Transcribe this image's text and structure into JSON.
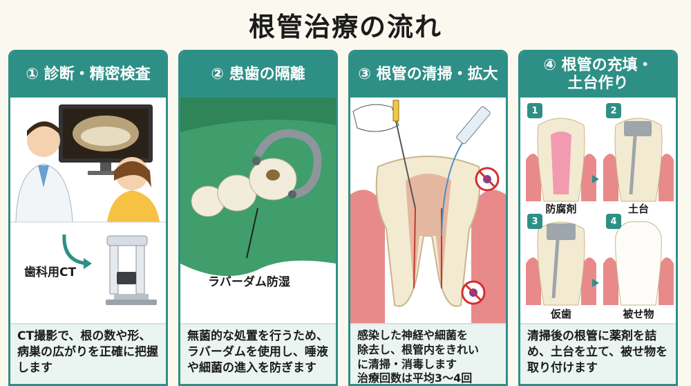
{
  "title": "根管治療の流れ",
  "panels": [
    {
      "heading": "① 診断・精密検査",
      "label": "歯科用CT",
      "description": "CT撮影で、根の数や形、病巣の広がりを正確に把握します"
    },
    {
      "heading": "② 患歯の隔離",
      "label": "ラバーダム防湿",
      "description": "無菌的な処置を行うため、ラバーダムを使用し、唾液や細菌の進入を防ぎます"
    },
    {
      "heading": "③ 根管の清掃・拡大",
      "description_lines": [
        "感染した神経や細菌を",
        "除去し、根管内をきれい",
        "に清掃・消毒します",
        "治療回数は平均3〜4回"
      ]
    },
    {
      "heading_lines": [
        "④ 根管の充填・",
        "土台作り"
      ],
      "steps": [
        {
          "num": "1",
          "label": "防腐剤"
        },
        {
          "num": "2",
          "label": "土台"
        },
        {
          "num": "3",
          "label": "仮歯"
        },
        {
          "num": "4",
          "label": "被せ物"
        }
      ],
      "description": "清掃後の根管に薬剤を詰め、土台を立て、被せ物を取り付けます"
    }
  ],
  "colors": {
    "accent": "#2e8f86",
    "gum": "#e57373",
    "dam": "#3f9e6b"
  }
}
